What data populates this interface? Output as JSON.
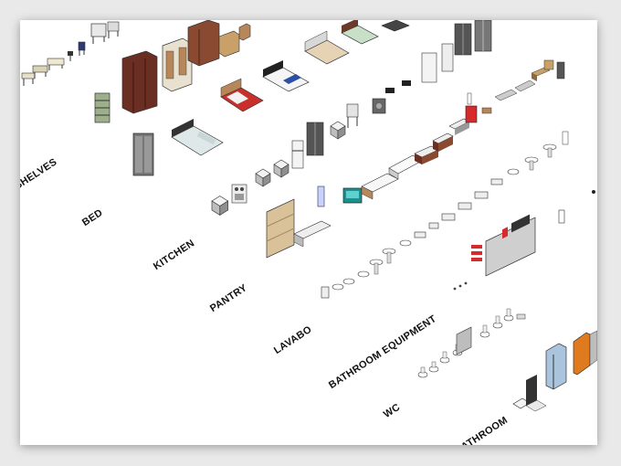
{
  "labels": {
    "shelves": "SHELVES",
    "bed": "BED",
    "kitchen": "KITCHEN",
    "pantry": "PANTRY",
    "lavabo": "LAVABO",
    "bathroom_equipment": "BATHROOM EQUIPMENT",
    "wc": "WC",
    "bathroom": "BATHROOM"
  },
  "colors": {
    "wardrobe": "#6b2e22",
    "wood": "#b7875a",
    "bed_red": "#c9302c",
    "bed_blue": "#2b4fa3",
    "teal": "#1c8f8f",
    "orange_door": "#e07a1f",
    "accessory_red": "#d62b2b",
    "outline": "#333333"
  }
}
